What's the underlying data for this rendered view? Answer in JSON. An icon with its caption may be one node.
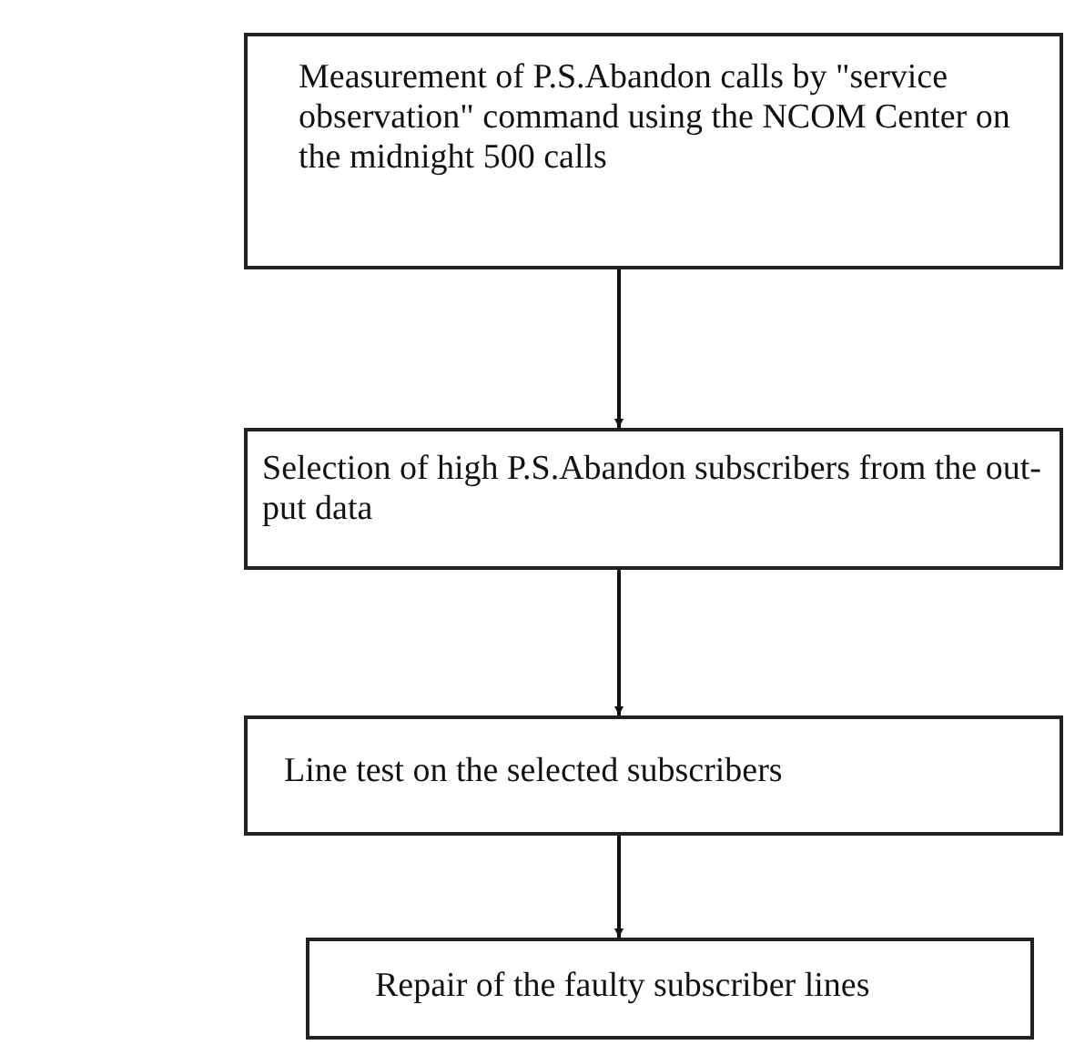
{
  "diagram": {
    "nodes": [
      {
        "text": [
          "Measurement of P.S.Abandon calls by \"service observation\" command using the NCOM Center on the midnight 500 calls"
        ]
      },
      {
        "text": [
          "Selection of high P.S.Abandon subscribers from the out-put data"
        ]
      },
      {
        "text": [
          "Line test on the selected subscribers"
        ]
      },
      {
        "text": [
          "Repair of the faulty subscriber lines"
        ]
      }
    ],
    "edges": [
      {
        "from": 0,
        "to": 1,
        "arrow": "to"
      },
      {
        "from": 1,
        "to": 2,
        "arrow": "to"
      },
      {
        "from": 2,
        "to": 3,
        "arrow": "to"
      }
    ]
  }
}
